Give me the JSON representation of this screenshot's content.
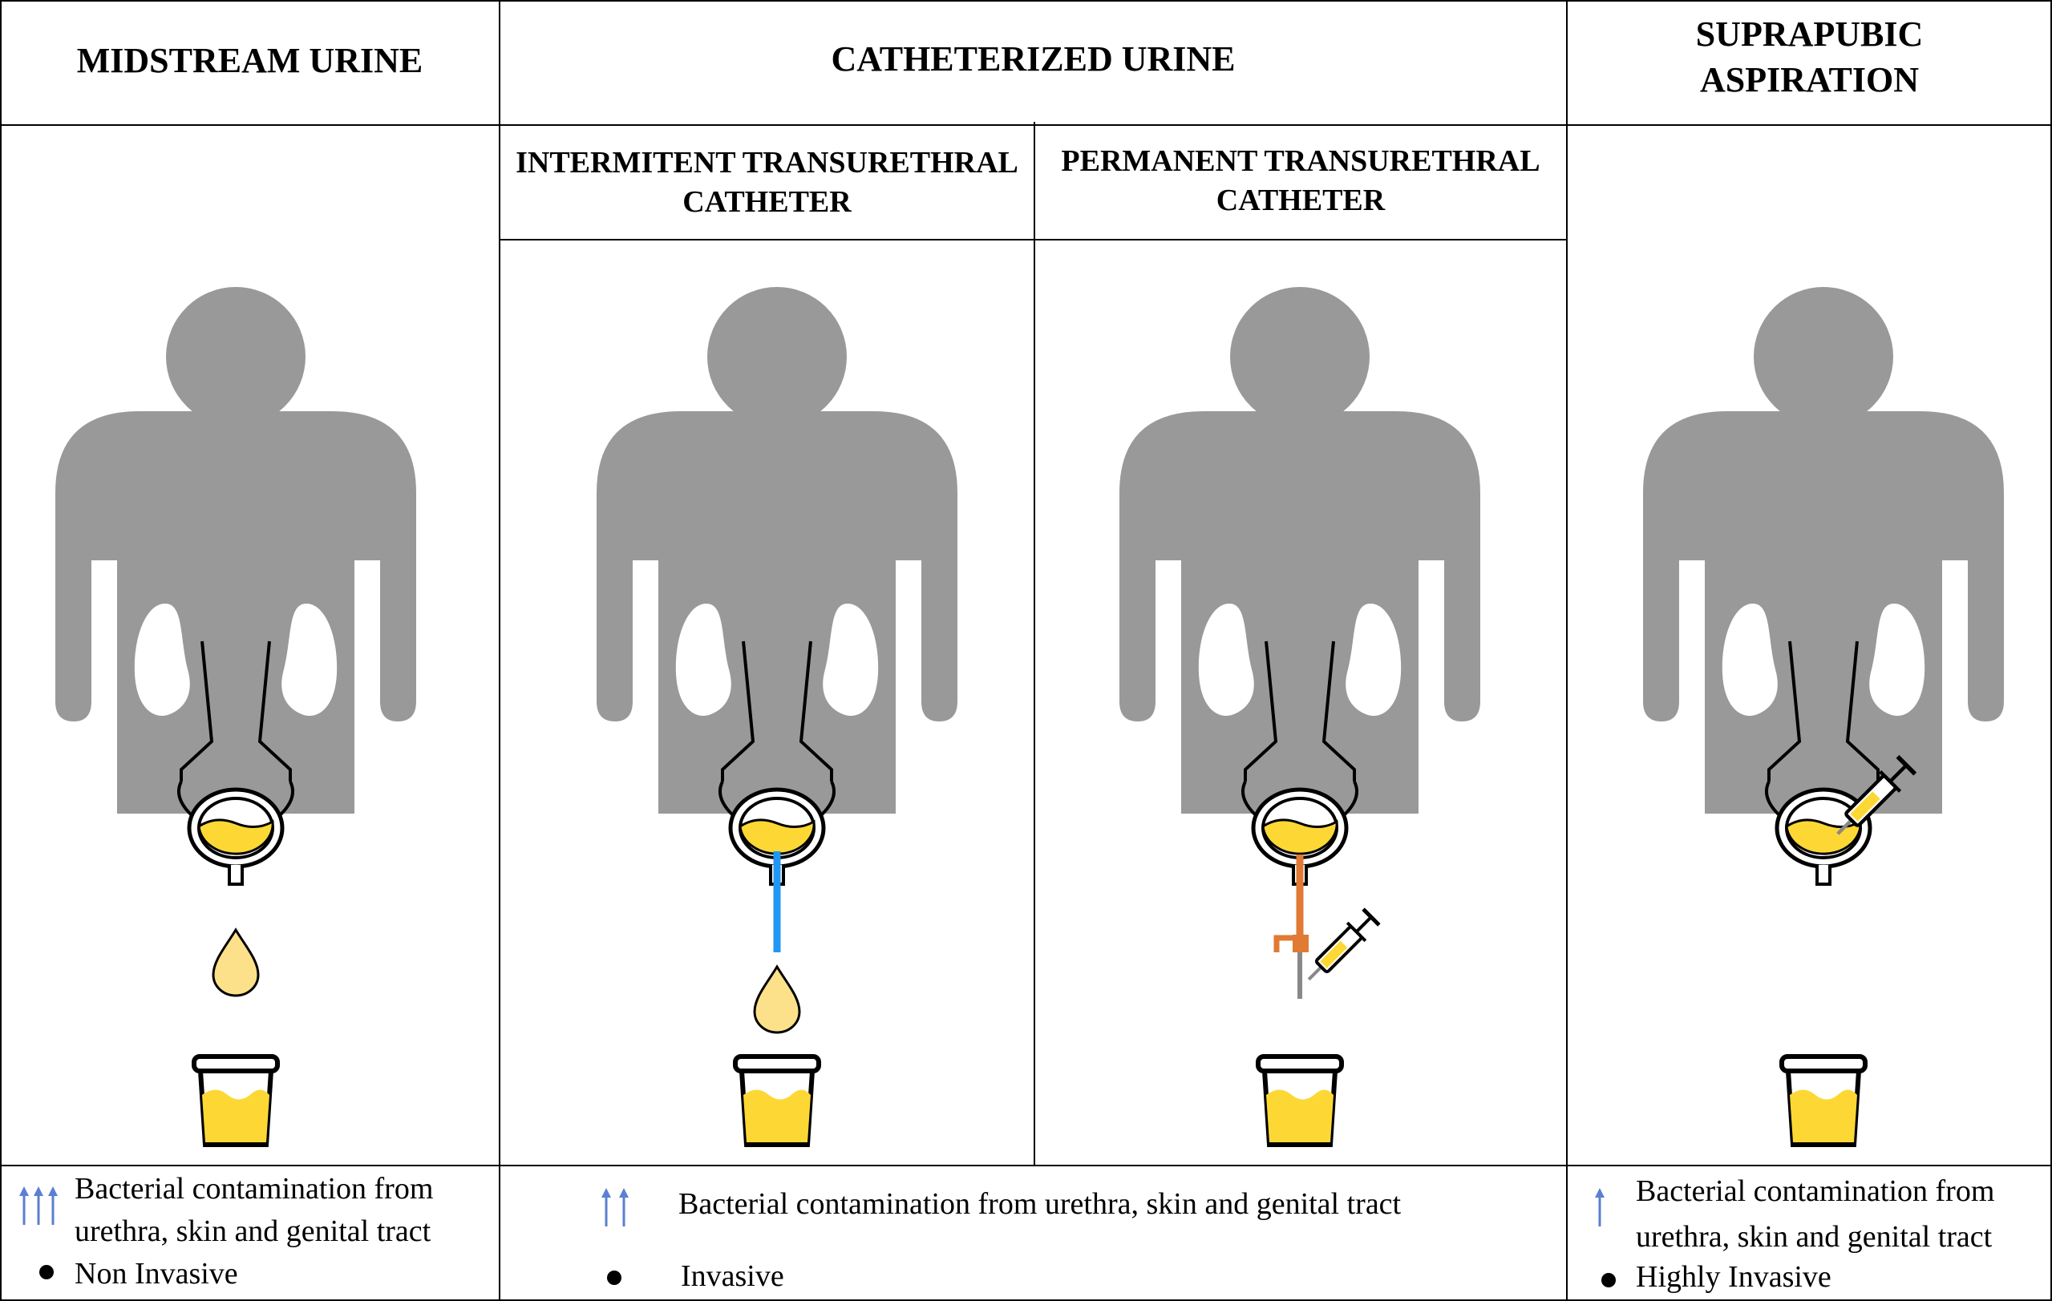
{
  "headers": {
    "midstream": "MIDSTREAM URINE",
    "catheterized": "CATHETERIZED URINE",
    "suprapubic_line1": "SUPRAPUBIC",
    "suprapubic_line2": "ASPIRATION",
    "intermittent_line1": "INTERMITENT TRANSURETHRAL",
    "intermittent_line2": "CATHETER",
    "permanent_line1": "PERMANENT TRANSURETHRAL",
    "permanent_line2": "CATHETER"
  },
  "footer": {
    "midstream": {
      "contamination_line1": "Bacterial contamination from",
      "contamination_line2": "urethra, skin and genital tract",
      "invasiveness": "Non Invasive",
      "arrow_count": 3
    },
    "catheterized": {
      "contamination": "Bacterial contamination from urethra, skin and genital tract",
      "invasiveness": "Invasive",
      "arrow_count": 2
    },
    "suprapubic": {
      "contamination_line1": "Bacterial contamination from",
      "contamination_line2": "urethra, skin and genital tract",
      "invasiveness": "Highly Invasive",
      "arrow_count": 1
    }
  },
  "colors": {
    "body": "#999999",
    "urine": "#fdd835",
    "drop": "#fde18a",
    "catheter_blue": "#2196f3",
    "catheter_orange": "#e07a35",
    "arrow": "#5b7fd1",
    "syringe_needle": "#888888"
  },
  "icons": [
    "person-silhouette",
    "kidney-icon",
    "bladder-icon",
    "urine-drop-icon",
    "specimen-cup-icon",
    "syringe-icon",
    "catheter-icon",
    "up-arrow-icon"
  ]
}
